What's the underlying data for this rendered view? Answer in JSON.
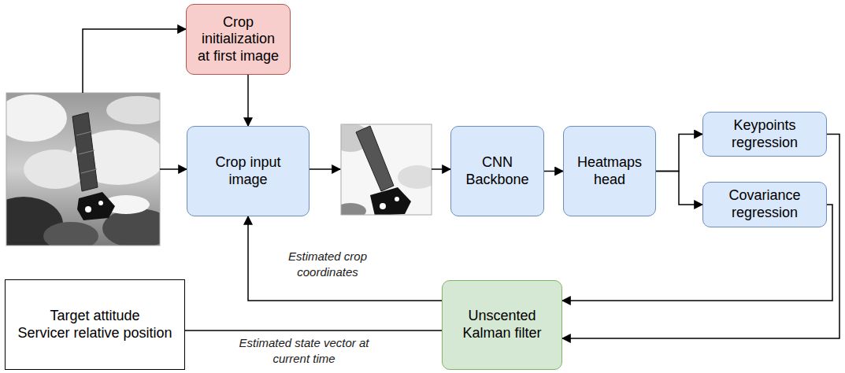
{
  "diagram": {
    "nodes": [
      {
        "text": [
          "Crop initialization at first image"
        ]
      },
      {
        "text": [
          "Crop input image"
        ]
      },
      {
        "text": [
          "CNN Backbone"
        ]
      },
      {
        "text": [
          "Heatmaps head"
        ]
      },
      {
        "text": [
          "Keypoints regression"
        ]
      },
      {
        "text": [
          "Covariance regression"
        ]
      },
      {
        "text": [
          "Target attitude",
          "Servicer relative position"
        ]
      },
      {
        "text": [
          "Unscented Kalman filter"
        ]
      }
    ],
    "edges": [
      {
        "from": 0,
        "to": 1,
        "arrow": "to"
      },
      {
        "from": 2,
        "to": 3,
        "arrow": "to"
      },
      {
        "from": 3,
        "to": 4,
        "arrow": "to"
      },
      {
        "from": 3,
        "to": 5,
        "arrow": "to"
      },
      {
        "from": 4,
        "to": 7,
        "arrow": "to"
      },
      {
        "from": 5,
        "to": 7,
        "arrow": "to"
      },
      {
        "from": 7,
        "to": 1,
        "label": "Estimated crop coordinates",
        "arrow": "to"
      },
      {
        "from": 7,
        "to": 6,
        "label": "Estimated state vector at current time",
        "arrow": "none"
      }
    ]
  }
}
